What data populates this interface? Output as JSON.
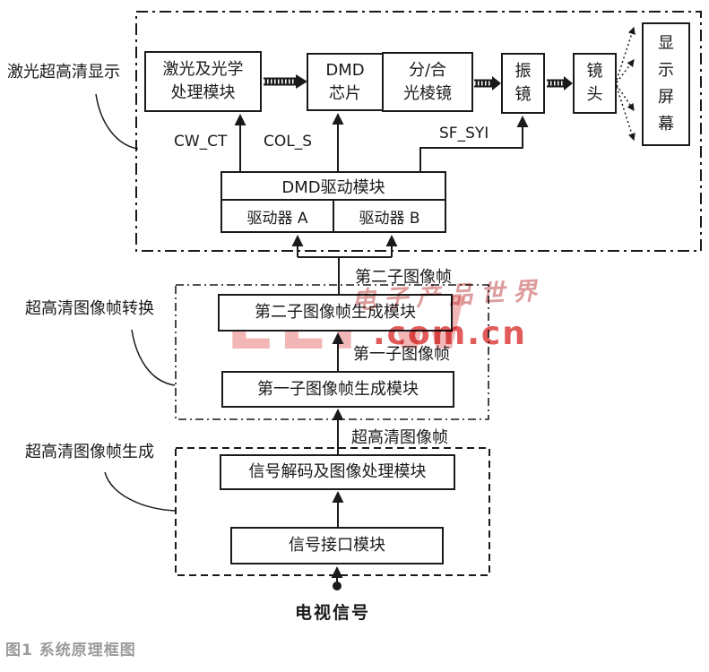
{
  "caption": "图1  系统原理框图",
  "groups": {
    "laser_display": "激光超高清显示",
    "frame_convert": "超高清图像帧转换",
    "frame_generate": "超高清图像帧生成"
  },
  "blocks": {
    "laser_optical": "激光及光学\n处理模块",
    "dmd_chip": "DMD\n芯片",
    "prism": "分/合\n光棱镜",
    "galvo": "振\n镜",
    "lens": "镜\n头",
    "screen": "显\n示\n屏\n幕",
    "dmd_driver": "DMD驱动模块",
    "driver_a": "驱动器 A",
    "driver_b": "驱动器 B",
    "frame2_gen": "第二子图像帧生成模块",
    "frame1_gen": "第一子图像帧生成模块",
    "decode": "信号解码及图像处理模块",
    "interface": "信号接口模块"
  },
  "signals": {
    "cw_ct": "CW_CT",
    "col_s": "COL_S",
    "sf_syi": "SF_SYI",
    "frame2": "第二子图像帧",
    "frame1": "第一子图像帧",
    "uhd_frame": "超高清图像帧",
    "tv_signal": "电视信号"
  },
  "watermark": {
    "logo": "EEPW",
    "domain": ".com.cn",
    "slogan": "电子产品世界"
  },
  "colors": {
    "line": "#1a1a1a",
    "caption_gray": "#9b9b9b",
    "watermark_logo": "#f2b6b6",
    "watermark_domain": "#e25b5b",
    "watermark_slogan": "#de9d9d"
  }
}
